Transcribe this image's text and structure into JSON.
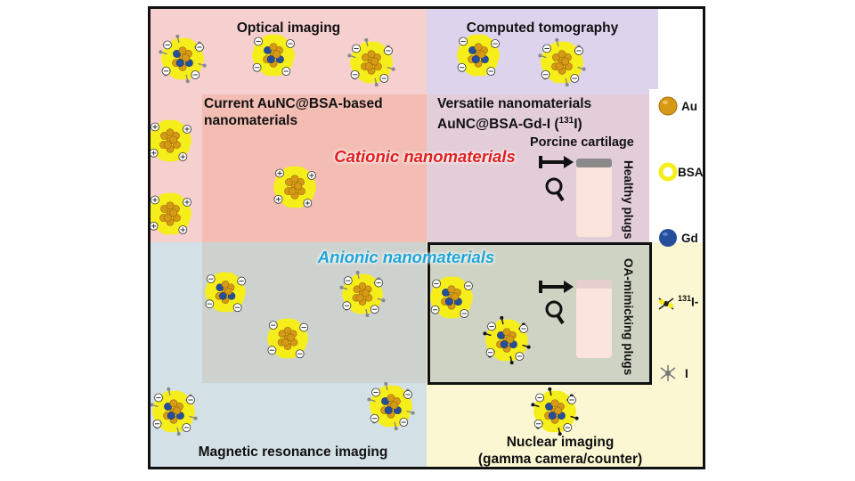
{
  "quadrants": {
    "optical": "Optical imaging",
    "ct": "Computed tomography",
    "mri": "Magnetic resonance imaging",
    "nuclear_line1": "Nuclear imaging",
    "nuclear_line2": "(gamma camera/counter)"
  },
  "labels": {
    "current_line1": "Current AuNC@BSA-based",
    "current_line2": "nanomaterials",
    "versatile_line1": "Versatile nanomaterials",
    "versatile_line2": "AuNC@BSA-Gd-I (",
    "versatile_sup": "131",
    "versatile_tail": "I)",
    "porcine": "Porcine cartilage",
    "cationic": "Cationic nanomaterials",
    "anionic": "Anionic nanomaterials",
    "healthy": "Healthy plugs",
    "oa": "OA-mimicking plugs"
  },
  "legend": {
    "au": "Au",
    "bsa": "BSA",
    "gd": "Gd",
    "i131_sup": "131",
    "i131_tail": "I-",
    "iodine": "I"
  },
  "colors": {
    "optical_bg": "#f6cfcf",
    "ct_bg": "#ddd3ec",
    "mri_bg": "#d3e0e6",
    "nuclear_bg": "#fbf7d3",
    "cationic_text": "#e02020",
    "anionic_text": "#1ea6d8",
    "gold": "#d69a16",
    "bsa_yellow": "#f6ee1a",
    "gd_blue": "#254f9c"
  }
}
